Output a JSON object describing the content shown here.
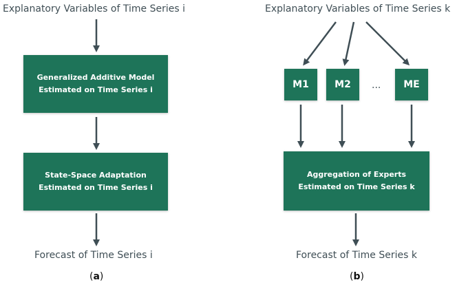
{
  "colors": {
    "box_fill": "#1e7459",
    "arrow": "#3f4e55",
    "text": "#3f4e55"
  },
  "panel_a": {
    "top_label": "Explanatory Variables of Time Series i",
    "box1": {
      "line1": "Generalized Additive Model",
      "line2": "Estimated on Time Series i"
    },
    "box2": {
      "line1": "State-Space Adaptation",
      "line2": "Estimated on Time Series i"
    },
    "bottom_label": "Forecast of Time Series i",
    "caption_open": "(",
    "caption_letter": "a",
    "caption_close": ")"
  },
  "panel_b": {
    "top_label": "Explanatory Variables of Time Series k",
    "experts": [
      "M1",
      "M2",
      "ME"
    ],
    "ellipsis": "...",
    "aggregation_box": {
      "line1": "Aggregation of Experts",
      "line2": "Estimated on Time Series k"
    },
    "bottom_label": "Forecast of Time Series k",
    "caption_open": "(",
    "caption_letter": "b",
    "caption_close": ")"
  }
}
